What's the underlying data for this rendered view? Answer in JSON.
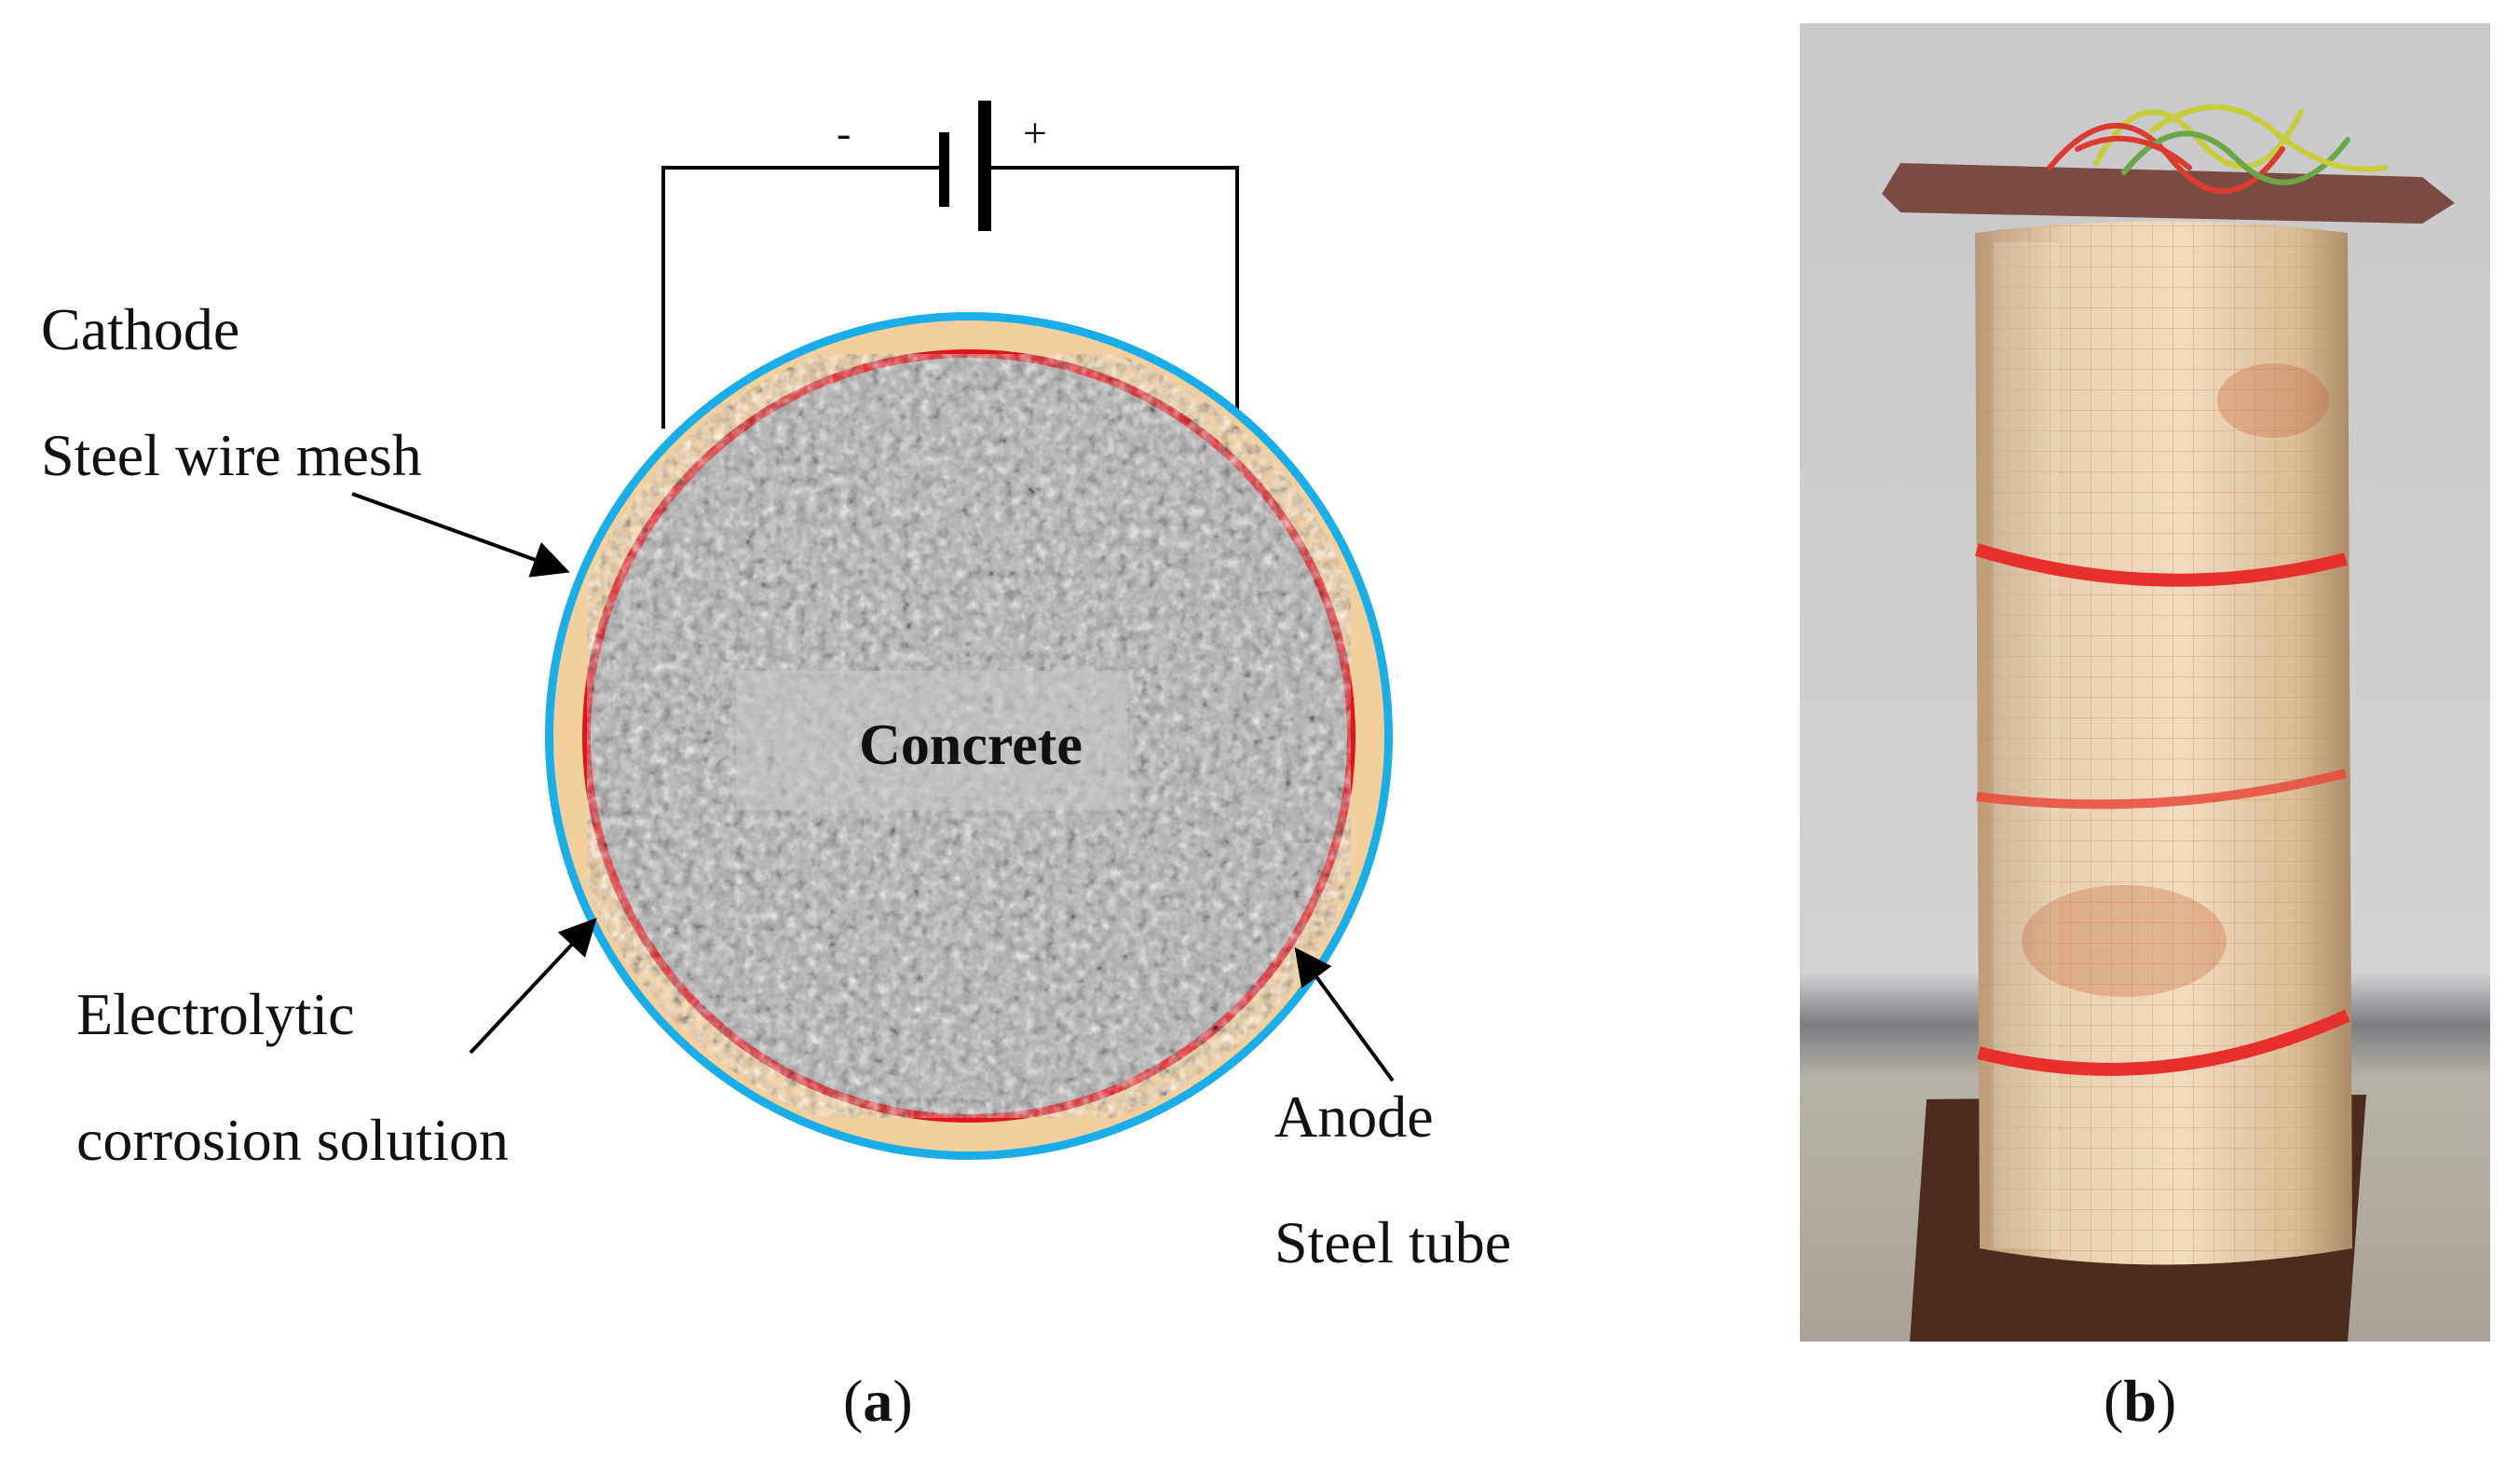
{
  "panel_a": {
    "battery": {
      "minus": "-",
      "plus": "+"
    },
    "labels": {
      "cathode": "Cathode",
      "mesh": "Steel wire mesh",
      "electrolyte_line1": "Electrolytic",
      "electrolyte_line2": "corrosion solution",
      "anode": "Anode",
      "tube": "Steel tube",
      "core": "Concrete"
    },
    "colors": {
      "mesh_ring": "#1aaee8",
      "solution_ring": "#f3cf9c",
      "tube_ring": "#e0141b",
      "concrete": "#a9a9a9"
    },
    "caption": {
      "open": "(",
      "letter": "a",
      "close": ")"
    }
  },
  "panel_b": {
    "caption": {
      "open": "(",
      "letter": "b",
      "close": ")"
    }
  }
}
